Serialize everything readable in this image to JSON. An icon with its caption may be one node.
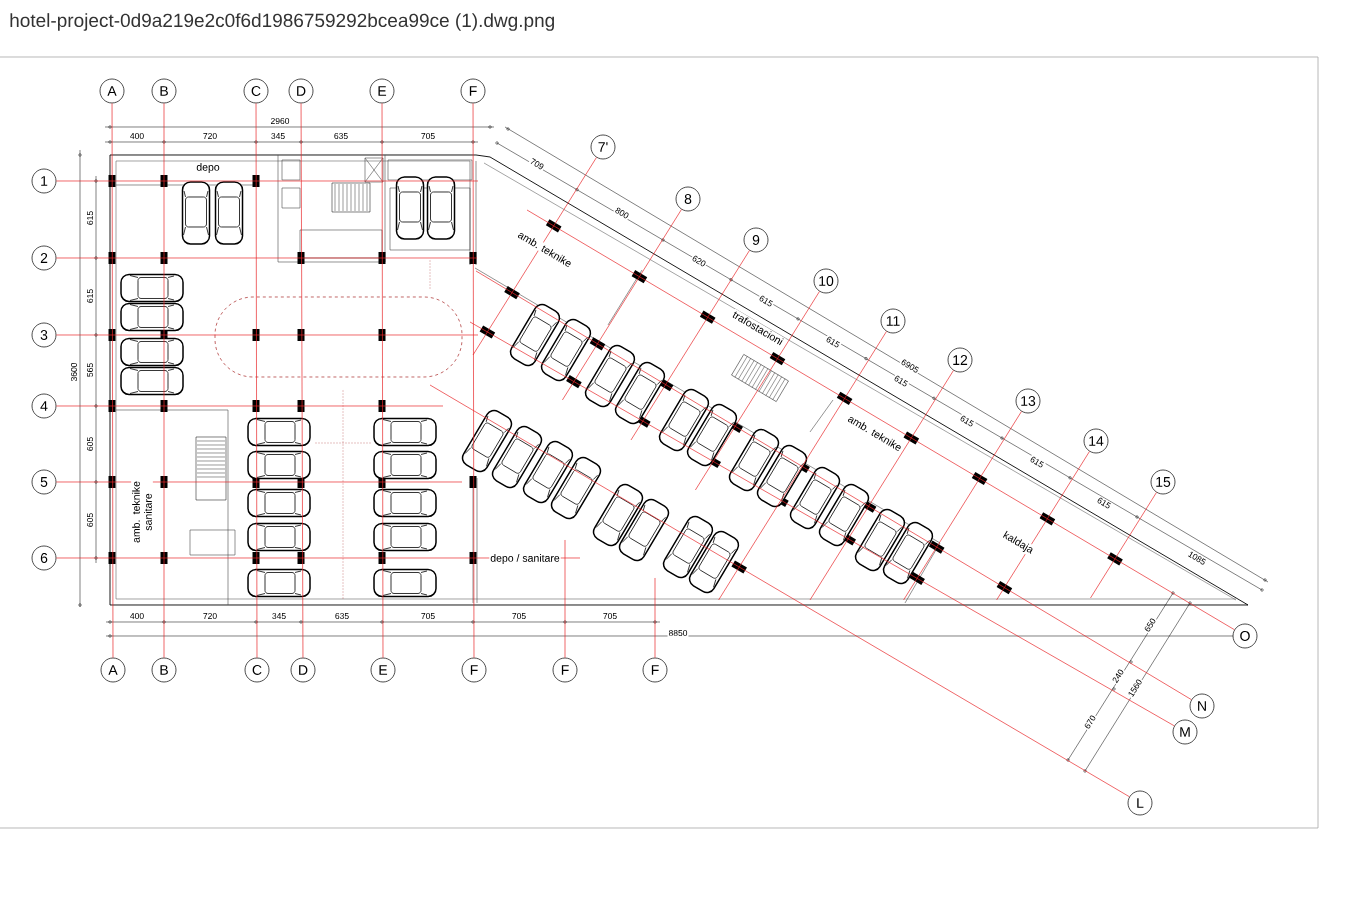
{
  "diagram": {
    "title": "hotel-project-0d9a219e2c0f6d1986759292bcea99ce (1).dwg.png",
    "nodes": [
      {
        "text": [
          "A"
        ]
      },
      {
        "text": [
          "B"
        ]
      },
      {
        "text": [
          "C"
        ]
      },
      {
        "text": [
          "D"
        ]
      },
      {
        "text": [
          "E"
        ]
      },
      {
        "text": [
          "F"
        ]
      },
      {
        "text": [
          "7'"
        ]
      },
      {
        "text": [
          "1"
        ]
      },
      {
        "text": [
          "8"
        ]
      },
      {
        "text": [
          "9"
        ]
      },
      {
        "text": [
          "2"
        ]
      },
      {
        "text": [
          "10"
        ]
      },
      {
        "text": [
          "11"
        ]
      },
      {
        "text": [
          "3"
        ]
      },
      {
        "text": [
          "12"
        ]
      },
      {
        "text": [
          "13"
        ]
      },
      {
        "text": [
          "4"
        ]
      },
      {
        "text": [
          "14"
        ]
      },
      {
        "text": [
          "5"
        ]
      },
      {
        "text": [
          "15"
        ]
      },
      {
        "text": [
          "6"
        ]
      },
      {
        "text": [
          "O"
        ]
      },
      {
        "text": [
          "A"
        ]
      },
      {
        "text": [
          "B"
        ]
      },
      {
        "text": [
          "C"
        ]
      },
      {
        "text": [
          "D"
        ]
      },
      {
        "text": [
          "E"
        ]
      },
      {
        "text": [
          "F"
        ]
      },
      {
        "text": [
          "F"
        ]
      },
      {
        "text": [
          "F"
        ]
      },
      {
        "text": [
          "N"
        ]
      },
      {
        "text": [
          "M"
        ]
      },
      {
        "text": [
          "L"
        ]
      }
    ],
    "edges": [
      {
        "from": 0,
        "to": 22,
        "arrow": "none"
      },
      {
        "from": 1,
        "to": 23,
        "arrow": "none"
      },
      {
        "from": 2,
        "to": 24,
        "arrow": "none"
      },
      {
        "from": 3,
        "to": 25,
        "arrow": "none"
      },
      {
        "from": 4,
        "to": 26,
        "arrow": "none"
      },
      {
        "from": 5,
        "to": 27,
        "arrow": "none"
      },
      {
        "from": 7,
        "to": null,
        "arrow": "none"
      },
      {
        "from": 10,
        "to": null,
        "arrow": "none"
      },
      {
        "from": 13,
        "to": null,
        "arrow": "none"
      },
      {
        "from": 16,
        "to": null,
        "arrow": "none"
      },
      {
        "from": 18,
        "to": null,
        "arrow": "none"
      },
      {
        "from": 20,
        "to": null,
        "arrow": "none"
      },
      {
        "from": 28,
        "to": null,
        "arrow": "none"
      },
      {
        "from": 29,
        "to": null,
        "arrow": "none"
      },
      {
        "from": 6,
        "to": null,
        "arrow": "none"
      },
      {
        "from": 8,
        "to": null,
        "arrow": "none"
      },
      {
        "from": 9,
        "to": null,
        "arrow": "none"
      },
      {
        "from": 11,
        "to": null,
        "arrow": "none"
      },
      {
        "from": 12,
        "to": null,
        "arrow": "none"
      },
      {
        "from": 14,
        "to": null,
        "arrow": "none"
      },
      {
        "from": 15,
        "to": null,
        "arrow": "none"
      },
      {
        "from": 17,
        "to": null,
        "arrow": "none"
      },
      {
        "from": 19,
        "to": null,
        "arrow": "none"
      },
      {
        "from": null,
        "to": 21,
        "arrow": "none"
      },
      {
        "from": null,
        "to": 30,
        "arrow": "none"
      },
      {
        "from": null,
        "to": 31,
        "arrow": "none"
      },
      {
        "from": null,
        "to": 32,
        "arrow": "none"
      }
    ],
    "labels": [
      "2960",
      "400",
      "720",
      "345",
      "635",
      "705",
      "depo",
      "709",
      "800",
      "620",
      "amb. teknike",
      "615",
      "615",
      "615",
      "trafostacioni",
      "615",
      "3600",
      "565",
      "6905",
      "615",
      "615",
      "amb. teknike",
      "605",
      "615",
      "605",
      "amb. teknike sanitare",
      "615",
      "depo / sanitare",
      "kaldaja",
      "1085",
      "400",
      "720",
      "345",
      "635",
      "705",
      "705",
      "705",
      "650",
      "8850",
      "240",
      "1560",
      "670"
    ]
  }
}
